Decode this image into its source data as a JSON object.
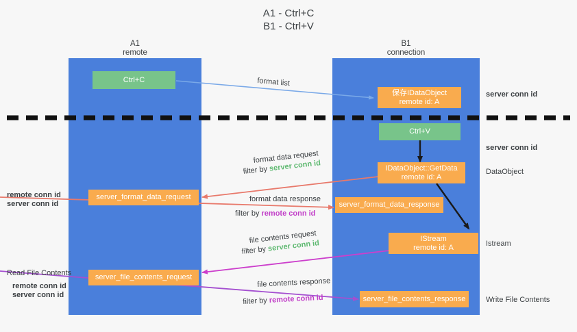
{
  "title": {
    "line1": "A1 - Ctrl+C",
    "line2": "B1 - Ctrl+V"
  },
  "columns": [
    {
      "name": "A1",
      "sub": "remote"
    },
    {
      "name": "B1",
      "sub": "connection"
    }
  ],
  "colors": {
    "lane": "#4a7fdb",
    "orange": "#f9ab4e",
    "green": "#78c48a",
    "green_text": "#5fb971",
    "purple_text": "#c13fc8",
    "arrow_blue": "#7aa9e8",
    "arrow_red": "#e8796b",
    "arrow_magenta": "#cc3fcc",
    "arrow_purple": "#a44fd0",
    "arrow_black": "#1a1a1a",
    "divider": "#111111"
  },
  "nodes": {
    "ctrl_c": "Ctrl+C",
    "ctrl_v": "Ctrl+V",
    "save_idataobject_l1": "保存IDataObject",
    "save_idataobject_l2": "remote id: A",
    "getdata_l1": "IDataObject::GetData",
    "getdata_l2": "remote id: A",
    "istream_l1": "IStream",
    "istream_l2": "remote id: A",
    "server_format_data_request": "server_format_data_request",
    "server_format_data_response": "server_format_data_response",
    "server_file_contents_request": "server_file_contents_request",
    "server_file_contents_response": "server_file_contents_response"
  },
  "arrow_labels": {
    "format_list": "format list",
    "format_data_request": "format data request",
    "format_data_response": "format data response",
    "file_contents_request": "file contents request",
    "file_contents_response": "file contents response",
    "filter_by": "filter by",
    "server_conn_id": "server conn id",
    "remote_conn_id": "remote conn id"
  },
  "side_notes": {
    "right_server_conn_id_1": "server conn id",
    "right_server_conn_id_2": "server conn id",
    "right_dataobject": "DataObject",
    "right_istream": "Istream",
    "right_write_file_contents": "Write File Contents",
    "left_read_file_contents": "Read File Contents",
    "left_remote_conn_id_1": "remote conn id",
    "left_server_conn_id_1": "server conn id",
    "left_remote_conn_id_2": "remote conn id",
    "left_server_conn_id_2": "server conn id"
  }
}
